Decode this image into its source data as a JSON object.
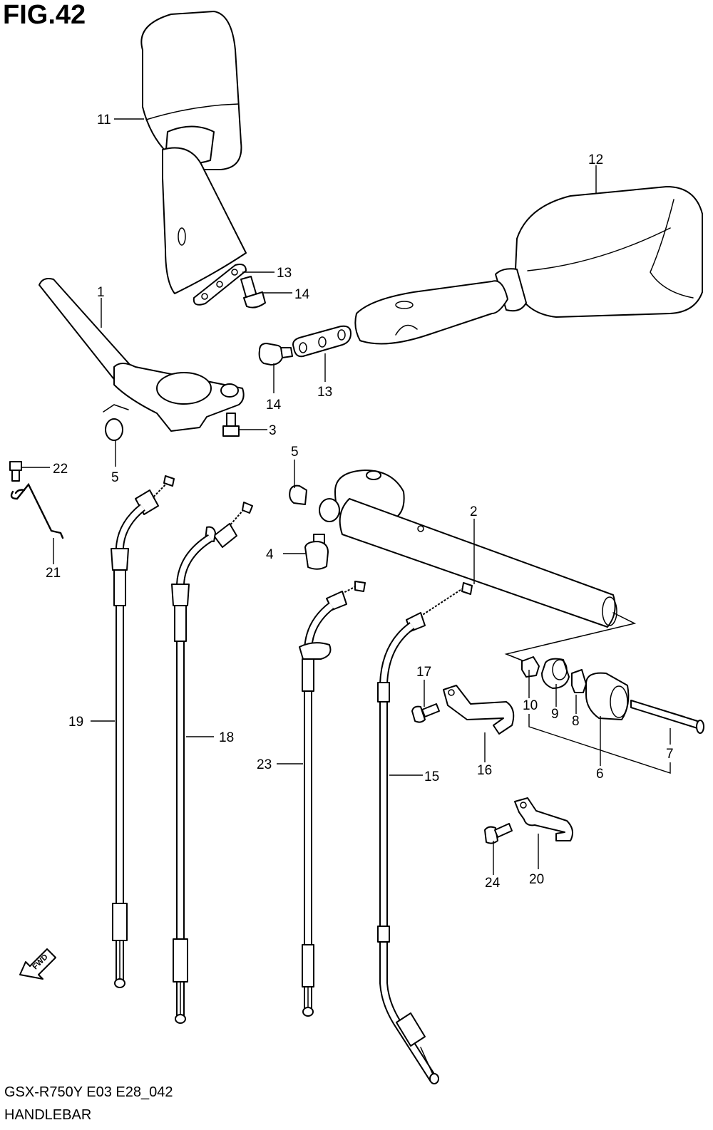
{
  "figure": {
    "title": "FIG.42",
    "code": "GSX-R750Y E03 E28_042",
    "name": "HANDLEBAR"
  },
  "fwd_label": "FWD",
  "callouts": [
    {
      "id": "c1",
      "label": "1"
    },
    {
      "id": "c2",
      "label": "2"
    },
    {
      "id": "c3",
      "label": "3"
    },
    {
      "id": "c4",
      "label": "4"
    },
    {
      "id": "c5a",
      "label": "5"
    },
    {
      "id": "c5b",
      "label": "5"
    },
    {
      "id": "c6",
      "label": "6"
    },
    {
      "id": "c7",
      "label": "7"
    },
    {
      "id": "c8",
      "label": "8"
    },
    {
      "id": "c9",
      "label": "9"
    },
    {
      "id": "c10",
      "label": "10"
    },
    {
      "id": "c11",
      "label": "11"
    },
    {
      "id": "c12",
      "label": "12"
    },
    {
      "id": "c13a",
      "label": "13"
    },
    {
      "id": "c13b",
      "label": "13"
    },
    {
      "id": "c14a",
      "label": "14"
    },
    {
      "id": "c14b",
      "label": "14"
    },
    {
      "id": "c15",
      "label": "15"
    },
    {
      "id": "c16",
      "label": "16"
    },
    {
      "id": "c17",
      "label": "17"
    },
    {
      "id": "c18",
      "label": "18"
    },
    {
      "id": "c19",
      "label": "19"
    },
    {
      "id": "c20",
      "label": "20"
    },
    {
      "id": "c21",
      "label": "21"
    },
    {
      "id": "c22",
      "label": "22"
    },
    {
      "id": "c23",
      "label": "23"
    },
    {
      "id": "c24",
      "label": "24"
    }
  ]
}
